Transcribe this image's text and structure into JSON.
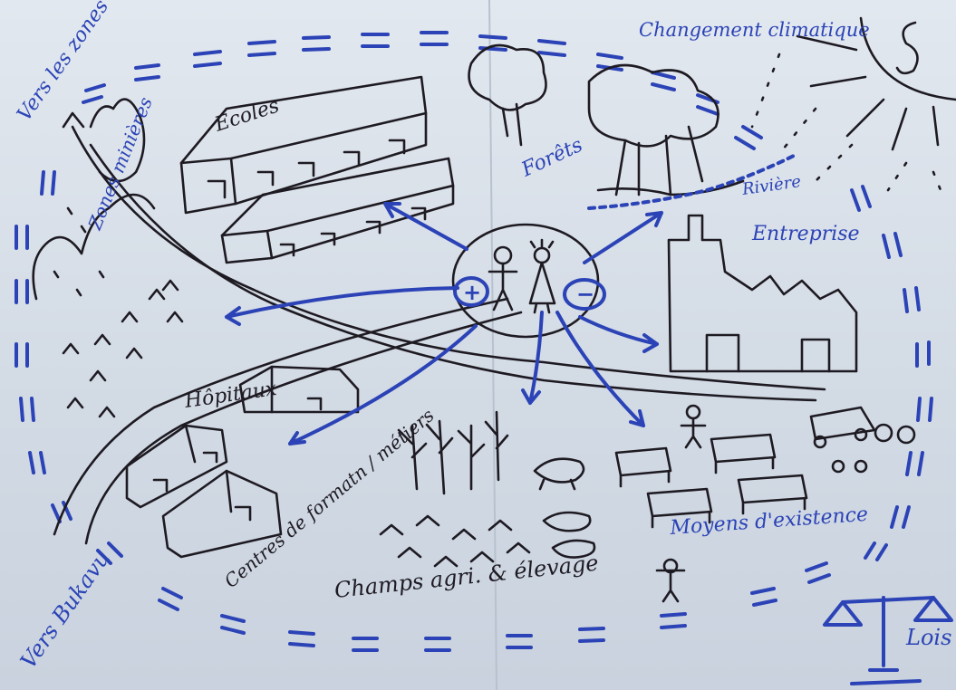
{
  "labels": {
    "mining_zones_road": "Vers les zones minières",
    "mines": "Zones minières",
    "schools": "Ecoles",
    "forests": "Forêts",
    "river": "Rivière",
    "climate_change": "Changement climatique",
    "company": "Entreprise",
    "hospitals": "Hôpitaux",
    "training_centres": "Centres de formatn / métiers",
    "fields_livestock": "Champs agri. & élevage",
    "livelihoods": "Moyens d'existence",
    "bukavu_road": "Vers Bukavu",
    "laws": "Lois",
    "plus_sign": "+",
    "minus_sign": "−"
  },
  "colors": {
    "paper": "#d6dde6",
    "black_ink": "#1e1a22",
    "blue_ink": "#2b43b6"
  }
}
